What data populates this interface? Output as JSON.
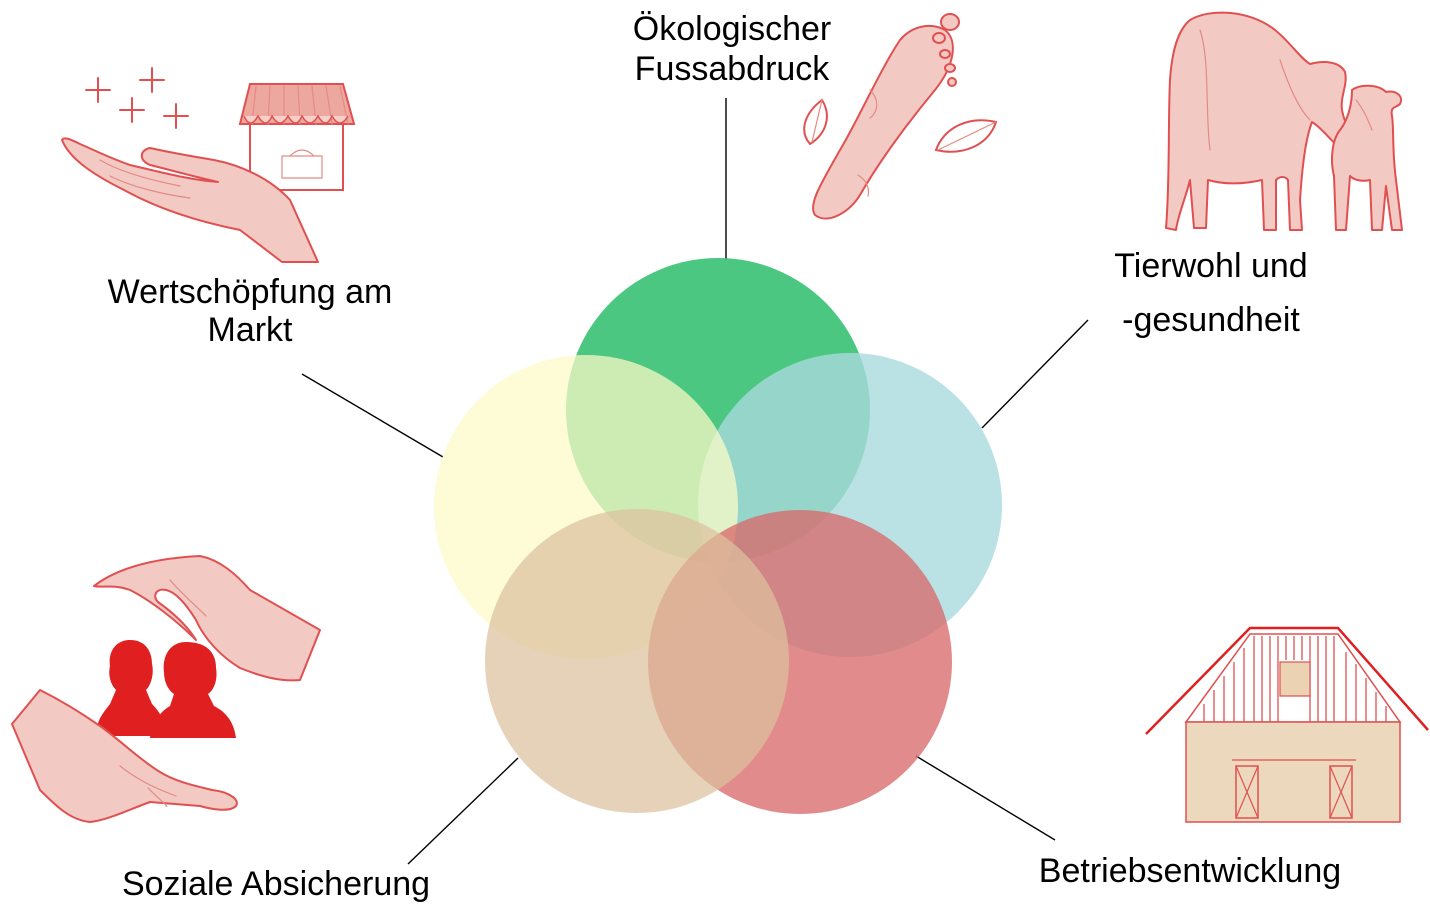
{
  "labels": {
    "oekologisch_line1": "Ökologischer",
    "oekologisch_line2": "Fussabdruck",
    "tierwohl_line1": "Tierwohl und",
    "tierwohl_line2": "-gesundheit",
    "wertschoepfung_line1": "Wertschöpfung am",
    "wertschoepfung_line2": "Markt",
    "soziale": "Soziale Absicherung",
    "betrieb": "Betriebsentwicklung"
  },
  "circles": [
    {
      "name": "oekologischer-fussabdruck",
      "color": "#3cc277"
    },
    {
      "name": "tierwohl",
      "color": "#a9d9dc"
    },
    {
      "name": "wertschoepfung",
      "color": "#fdfbc7"
    },
    {
      "name": "soziale-absicherung",
      "color": "#dcc09e"
    },
    {
      "name": "betriebsentwicklung",
      "color": "#d86a6c"
    }
  ],
  "icons": [
    "hand-market-stall-icon",
    "footprint-leaves-icon",
    "cow-calf-icon",
    "protecting-hands-people-icon",
    "barn-icon"
  ],
  "colors": {
    "illustration_line": "#e05050",
    "illustration_fill": "#f3c9c4",
    "people_red": "#e02020"
  }
}
